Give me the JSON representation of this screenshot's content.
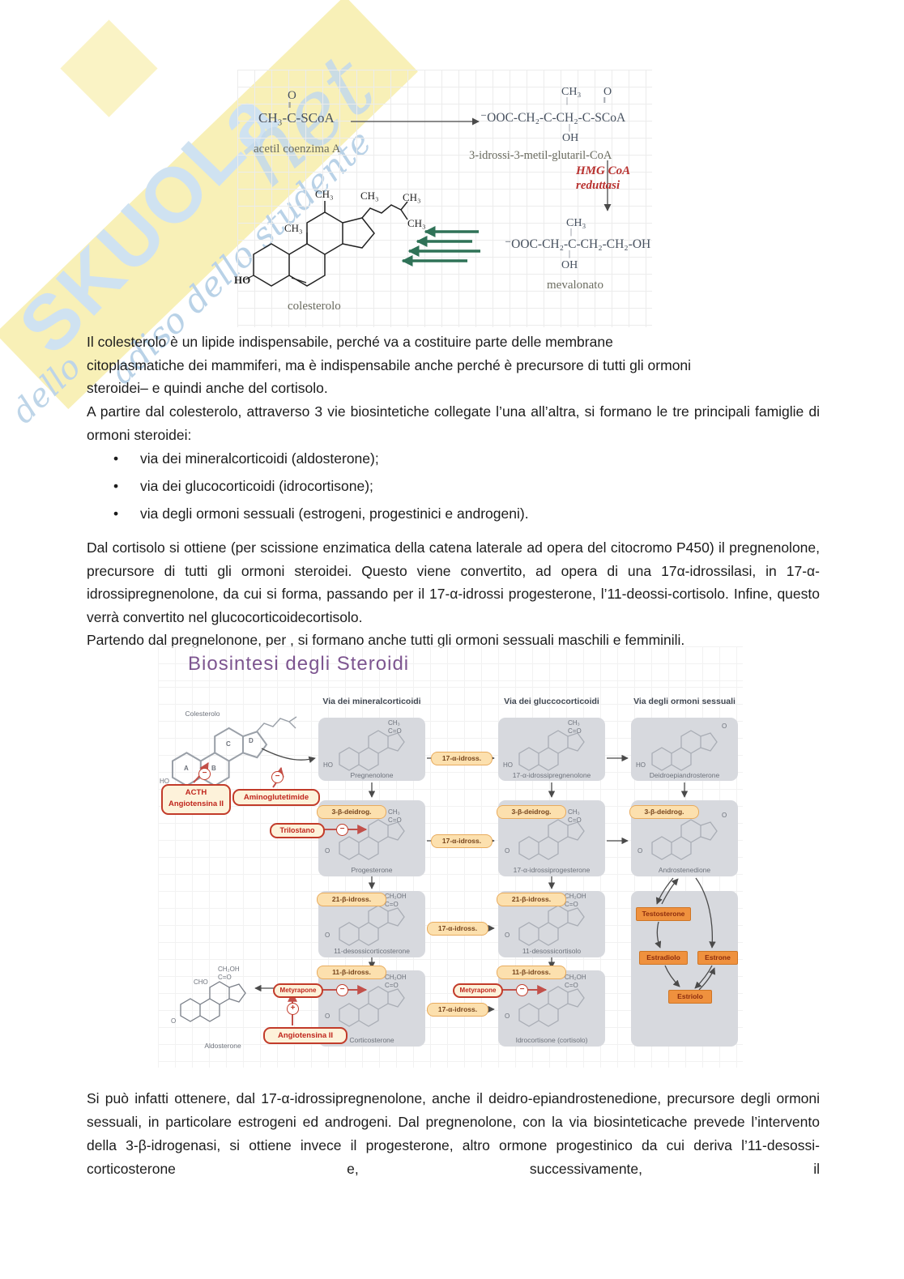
{
  "watermark": {
    "brand": "SKUOLa",
    "brand_script": "net",
    "slogan": "adiso dello studente",
    "slogan_fragment": "dello"
  },
  "top_figure": {
    "acetyl_o": "O",
    "acetyl_bond": "‖",
    "acetyl_formula": "CH₃-C-SCoA",
    "acetyl_label": "acetil coenzima A",
    "hmg_ch3": "CH₃",
    "hmg_o": "O",
    "hmg_bond": "‖",
    "hmg_bond2": "|",
    "hmg_formula": "⁻OOC-CH₂-C-CH₂-C-SCoA",
    "hmg_oh": "OH",
    "hmg_label": "3-idrossi-3-metil-glutaril-CoA",
    "enzyme_name_1": "HMG CoA",
    "enzyme_name_2": "reduttasi",
    "mev_ch3": "CH₃",
    "mev_bond": "|",
    "mev_formula": "⁻OOC-CH₂-C-CH₂-CH₂-OH",
    "mev_oh": "OH",
    "mev_label": "mevalonato",
    "chol_ch3": "CH₃",
    "chol_ch3b": "CH₃",
    "chol_ho": "HO",
    "chol_label": "colesterolo"
  },
  "text": {
    "p1": "Il colesterolo è un lipide indispensabile, perché va a costituire parte delle membrane\ncitoplasmatiche dei mammiferi, ma è indispensabile anche perché è precursore di tutti gli ormoni\nsteroidei– e quindi anche del cortisolo.",
    "p2": "A partire dal colesterolo, attraverso 3 vie biosintetiche collegate l’una all’altra, si formano le tre principali famiglie di ormoni steroidei:",
    "bullets": [
      "via dei mineralcorticoidi (aldosterone);",
      "via dei glucocorticoidi (idrocortisone);",
      "via degli ormoni sessuali (estrogeni, progestinici e androgeni)."
    ],
    "p3": "Dal cortisolo si ottiene (per scissione enzimatica della catena laterale ad opera del citocromo P450) il pregnenolone, precursore di tutti gli ormoni steroidei. Questo viene convertito, ad opera di una 17α-idrossilasi, in 17-α-idrossipregnenolone, da cui si forma, passando per il 17-α-idrossi progesterone, l’11-deossi-cortisolo. Infine, questo verrà convertito nel glucocorticoidecortisolo.\nPartendo dal pregnelonone, per , si formano anche tutti gli ormoni sessuali maschili e femminili.",
    "p4": "Si può  infatti ottenere, dal 17-α-idrossipregnenolone, anche il deidro-epiandrostenedione, precursore degli ormoni sessuali, in particolare estrogeni ed androgeni. Dal pregnenolone, con la via biosinteticache prevede l’intervento della 3-β-idrogenasi, si ottiene invece il progesterone, altro ormone progestinico da cui deriva l’11-desossi-corticosterone e, successivamente, il"
  },
  "diagram": {
    "title": "Biosintesi degli Steroidi",
    "col1_header": "Via dei mineralcorticoidi",
    "col2_header": "Via dei gluccocorticoidi",
    "col3_header": "Via degli ormoni sessuali",
    "colesterolo": "Colesterolo",
    "ring_a": "A",
    "ring_b": "B",
    "ring_c": "C",
    "ring_d": "D",
    "molecules": {
      "c1r1": "Pregnenolone",
      "c1r2": "Progesterone",
      "c1r3": "11-desossicorticosterone",
      "c1r4": "Corticosterone",
      "c2r1": "17-α-idrossipregnenolone",
      "c2r2": "17-α-idrossiprogesterone",
      "c2r3": "11-desossicortisolo",
      "c2r4": "Idrocortisone (cortisolo)",
      "c3r1": "Deidroepiandrosterone",
      "c3r2": "Androstenedione",
      "aldosterone": "Aldosterone"
    },
    "enzymes": {
      "e17": "17-α-idross.",
      "e3b": "3-β-deidrog.",
      "e21": "21-β-idross.",
      "e11": "11-β-idross."
    },
    "drugs": {
      "acth_1": "ACTH",
      "acth_2": "Angiotensina II",
      "amino": "Aminoglutetimide",
      "trilostano": "Trilostano",
      "metyrapone": "Metyrapone",
      "angiotensina": "Angiotensina II"
    },
    "hormones": {
      "testosterone": "Testosterone",
      "estradiolo": "Estradiolo",
      "estrone": "Estrone",
      "estriolo": "Estriolo"
    },
    "signs": {
      "minus": "−",
      "plus": "+"
    },
    "formulas": {
      "pregn_top": "CH₃\nC=O",
      "cort_top": "CH₂OH\nC=O",
      "ket_o": "O",
      "ho": "HO",
      "o": "O",
      "cho": "CHO"
    }
  }
}
